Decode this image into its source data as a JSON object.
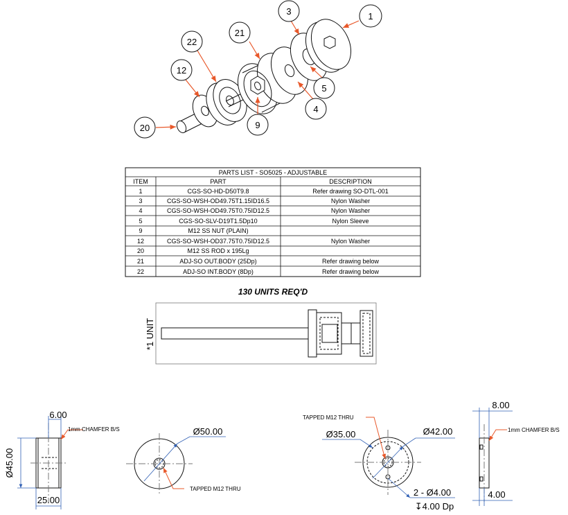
{
  "balloons": [
    {
      "item": "1"
    },
    {
      "item": "3"
    },
    {
      "item": "21"
    },
    {
      "item": "22"
    },
    {
      "item": "12"
    },
    {
      "item": "5"
    },
    {
      "item": "4"
    },
    {
      "item": "9"
    },
    {
      "item": "20"
    }
  ],
  "parts_list": {
    "title": "PARTS LIST - SO5025 - ADJUSTABLE",
    "headers": [
      "ITEM",
      "PART",
      "DESCRIPTION"
    ],
    "rows": [
      [
        "1",
        "CGS-SO-HD-D50T9.8",
        "Refer drawing SO-DTL-001"
      ],
      [
        "3",
        "CGS-SO-WSH-OD49.75T1.15ID16.5",
        "Nylon Washer"
      ],
      [
        "4",
        "CGS-SO-WSH-OD49.75T0.75ID12.5",
        "Nylon Washer"
      ],
      [
        "5",
        "CGS-SO-SLV-D19T1.5Dp10",
        "Nylon Sleeve"
      ],
      [
        "9",
        "M12 SS NUT (PLAIN)",
        ""
      ],
      [
        "12",
        "CGS-SO-WSH-OD37.75T0.75ID12.5",
        "Nylon Washer"
      ],
      [
        "20",
        "M12 SS ROD x 195Lg",
        ""
      ],
      [
        "21",
        "ADJ-SO OUT.BODY (25Dp)",
        "Refer drawing below"
      ],
      [
        "22",
        "ADJ-SO INT.BODY (8Dp)",
        "Refer drawing below"
      ]
    ]
  },
  "units_required": "130 UNITS REQ'D",
  "unit_label": "*1 UNIT",
  "outer_body": {
    "width_dim": "6.00",
    "chamfer_note": "1mm CHAMFER B/S",
    "dia_dim": "Ø45.00",
    "depth_dim": "25.00",
    "front_dia_dim": "Ø50.00",
    "tapped_note": "TAPPED M12 THRU"
  },
  "inner_body": {
    "tapped_note": "TAPPED M12 THRU",
    "inner_dia_dim": "Ø35.00",
    "outer_dia_dim": "Ø42.00",
    "holes_dim": "2 - Ø4.00",
    "holes_depth": "↧4.00 Dp",
    "width_dim": "8.00",
    "chamfer_note": "1mm CHAMFER B/S",
    "depth_dim": "4.00"
  }
}
